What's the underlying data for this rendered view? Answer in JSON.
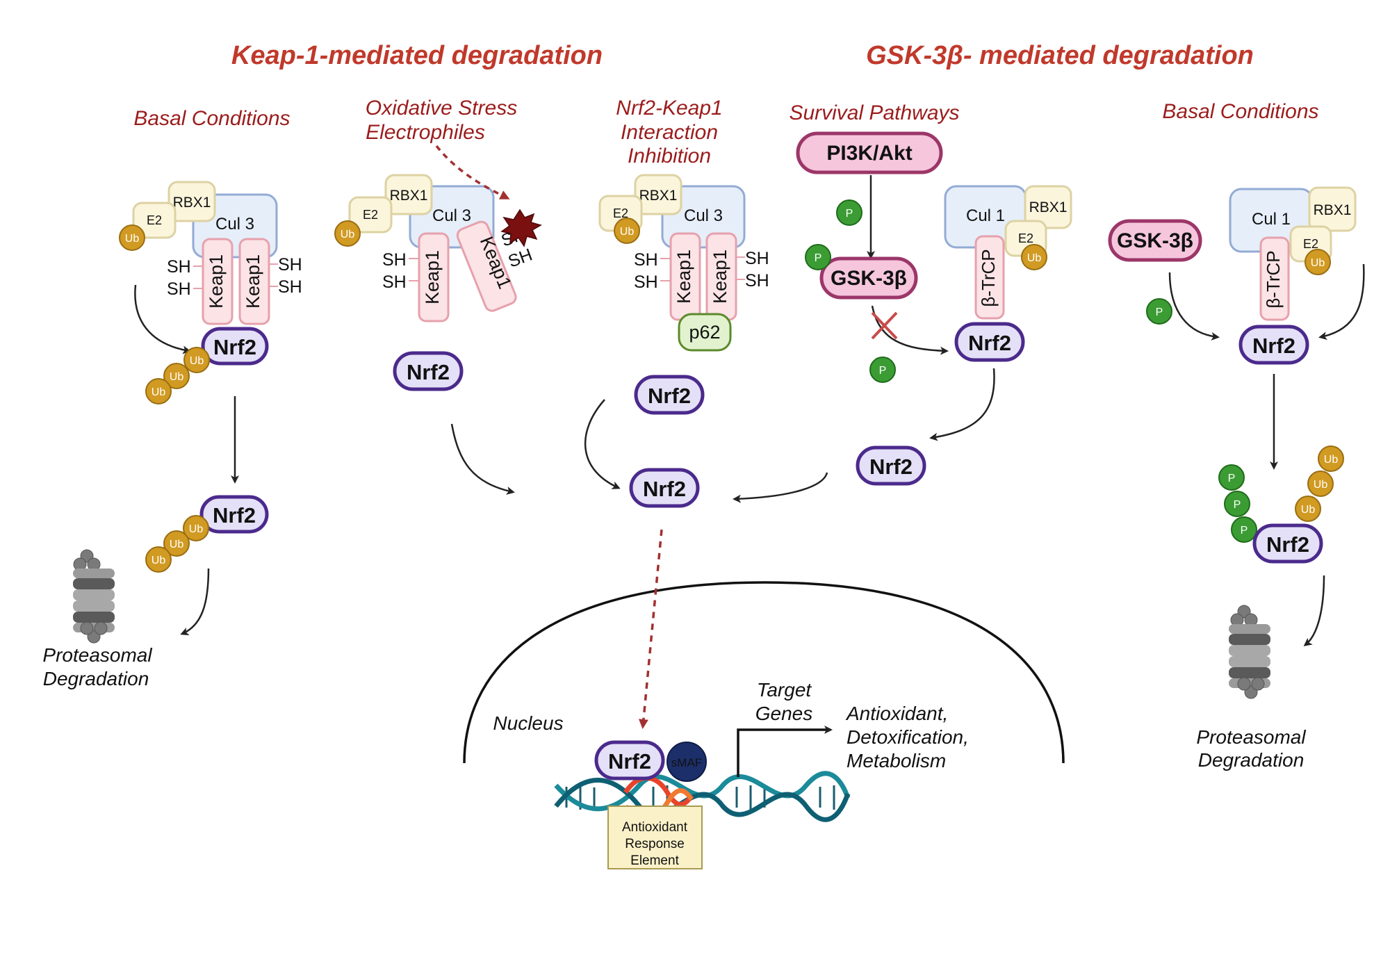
{
  "titles": {
    "left": "Keap-1-mediated degradation",
    "right": "GSK-3β- mediated degradation"
  },
  "conditions": {
    "basal_left": "Basal Conditions",
    "oxidative_l1": "Oxidative Stress",
    "oxidative_l2": "Electrophiles",
    "inhib_l1": "Nrf2-Keap1",
    "inhib_l2": "Interaction",
    "inhib_l3": "Inhibition",
    "survival": "Survival Pathways",
    "basal_right": "Basal Conditions"
  },
  "proteins": {
    "nrf2": "Nrf2",
    "keap1": "Keap1",
    "cul3": "Cul 3",
    "cul1": "Cul 1",
    "rbx1": "RBX1",
    "e2": "E2",
    "ub": "Ub",
    "p": "P",
    "sh": "SH",
    "p62": "p62",
    "pi3k": "PI3K/Akt",
    "gsk": "GSK-3β",
    "btrcp": "β-TrCP",
    "smaf": "sMAF"
  },
  "labels": {
    "proteasomal_l1": "Proteasomal",
    "proteasomal_l2": "Degradation",
    "nucleus": "Nucleus",
    "target_l1": "Target",
    "target_l2": "Genes",
    "genes_l1": "Antioxidant,",
    "genes_l2": "Detoxification,",
    "genes_l3": "Metabolism",
    "are_l1": "Antioxidant",
    "are_l2": "Response",
    "are_l3": "Element"
  },
  "colors": {
    "title": "#c0392b",
    "condition": "#9b1c1c",
    "nrf2_fill": "#e4e0f7",
    "nrf2_stroke": "#4b2a8c",
    "ubiquitin": "#d19a22",
    "phosphate": "#3c9c34",
    "stress_arrow": "#a33030"
  }
}
